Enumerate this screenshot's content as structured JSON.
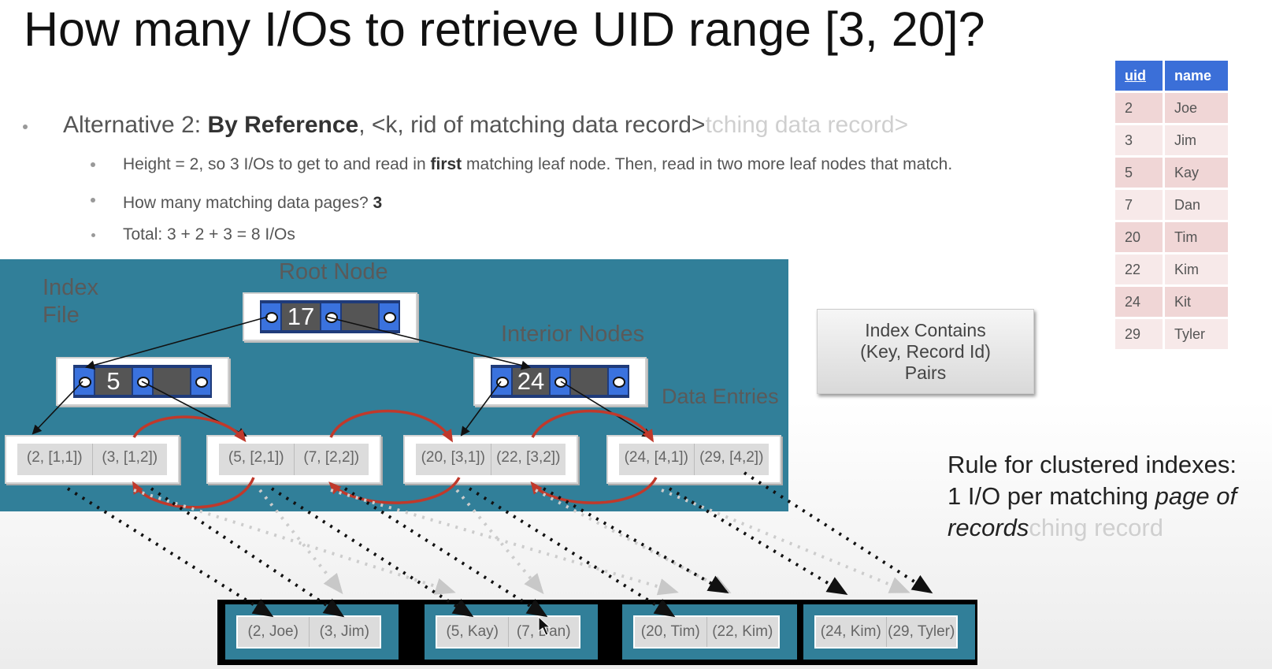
{
  "title": "How many I/Os to retrieve UID range [3, 20]?",
  "bullets": {
    "main_prefix": "Alternative 2: ",
    "main_bold": "By Reference",
    "main_rest": ", <k, rid of matching data record>",
    "ghost_text": "tching data record>",
    "sub1_a": "Height = 2, so 3 I/Os to get to and read in ",
    "sub1_bold": "first",
    "sub1_b": " matching leaf node. Then, read in two more leaf nodes that match.",
    "sub2_a": "How many matching data pages? ",
    "sub2_bold": "3",
    "sub3": "Total: 3 + 2 + 3 = 8 I/Os"
  },
  "table": {
    "headers": [
      "uid",
      "name"
    ],
    "rows": [
      [
        "2",
        "Joe"
      ],
      [
        "3",
        "Jim"
      ],
      [
        "5",
        "Kay"
      ],
      [
        "7",
        "Dan"
      ],
      [
        "20",
        "Tim"
      ],
      [
        "22",
        "Kim"
      ],
      [
        "24",
        "Kit"
      ],
      [
        "29",
        "Tyler"
      ]
    ]
  },
  "index": {
    "index_file_label_1": "Index",
    "index_file_label_2": "File",
    "root_label": "Root Node",
    "interior_label": "Interior Nodes",
    "data_entries_label": "Data Entries",
    "root_key": "17",
    "interior_keys": [
      "5",
      "24"
    ],
    "leaves": [
      [
        "(2, [1,1])",
        "(3, [1,2])"
      ],
      [
        "(5, [2,1])",
        "(7, [2,2])"
      ],
      [
        "(20, [3,1])",
        "(22, [3,2])"
      ],
      [
        "(24, [4,1])",
        "(29, [4,2])"
      ]
    ]
  },
  "callout": {
    "line1": "Index Contains",
    "line2": "(Key, Record Id)",
    "line3": "Pairs"
  },
  "rule": {
    "line1": "Rule for clustered indexes:",
    "line2_a": "1 I/O per matching ",
    "line2_italic": "page of",
    "line3_italic": "records",
    "line3_ghost": "ching record"
  },
  "data_pages": [
    [
      "(2, Joe)",
      "(3, Jim)"
    ],
    [
      "(5, Kay)",
      "(7, Dan)"
    ],
    [
      "(20, Tim)",
      "(22, Kim)"
    ],
    [
      "(24, Kim)",
      "(29, Tyler)"
    ]
  ],
  "colors": {
    "panel": "#317f99",
    "pointer": "#3a72de",
    "sibling_arrow": "#c0392b",
    "table_header": "#3b6fd8"
  }
}
